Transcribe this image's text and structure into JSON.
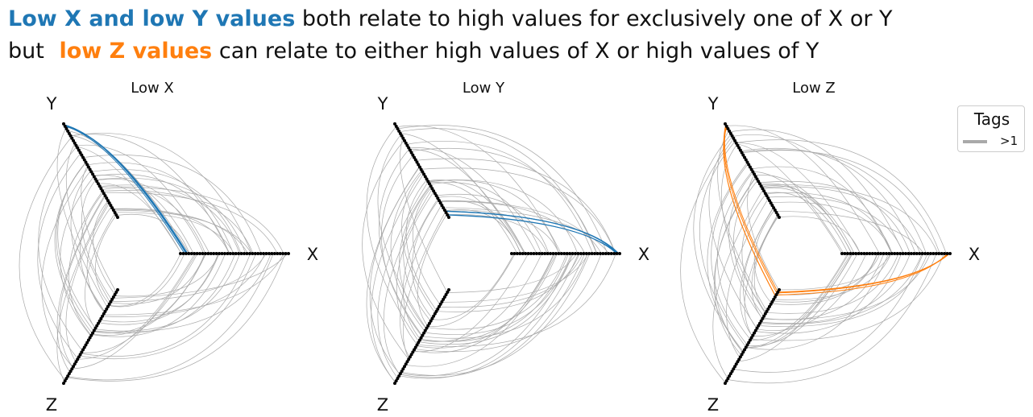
{
  "headline": {
    "line1_highlight": "Low X and low Y values",
    "line1_rest": "both relate to high values for exclusively one of X or Y",
    "line2_start": "but",
    "line2_highlight": "low Z values",
    "line2_rest": "can relate to either high values of X or high values of Y"
  },
  "colors": {
    "blue": "#1f77b4",
    "orange": "#ff7f0e",
    "gray": "#a9a9a9",
    "node": "#000000"
  },
  "legend": {
    "title": "Tags",
    "entries": [
      {
        "label": ">1",
        "color": "#a9a9a9"
      }
    ]
  },
  "chart_data": [
    {
      "type": "hive",
      "title": "Low X",
      "axes": [
        "X",
        "Y",
        "Z"
      ],
      "nodes_per_axis": 40,
      "gray_edges": 70,
      "highlight": {
        "description": "edges linking Y (outer) to X (inner)",
        "color": "#1f77b4",
        "count": 5
      }
    },
    {
      "type": "hive",
      "title": "Low Y",
      "axes": [
        "X",
        "Y",
        "Z"
      ],
      "nodes_per_axis": 40,
      "gray_edges": 70,
      "highlight": {
        "description": "edges linking X (outer) to Y (inner)",
        "color": "#1f77b4",
        "count": 5
      }
    },
    {
      "type": "hive",
      "title": "Low Z",
      "axes": [
        "X",
        "Y",
        "Z"
      ],
      "nodes_per_axis": 40,
      "gray_edges": 70,
      "highlight": {
        "description": "edges linking Y (outer) and X (outer) to Z (inner)",
        "color": "#ff7f0e",
        "count": 8
      }
    }
  ]
}
